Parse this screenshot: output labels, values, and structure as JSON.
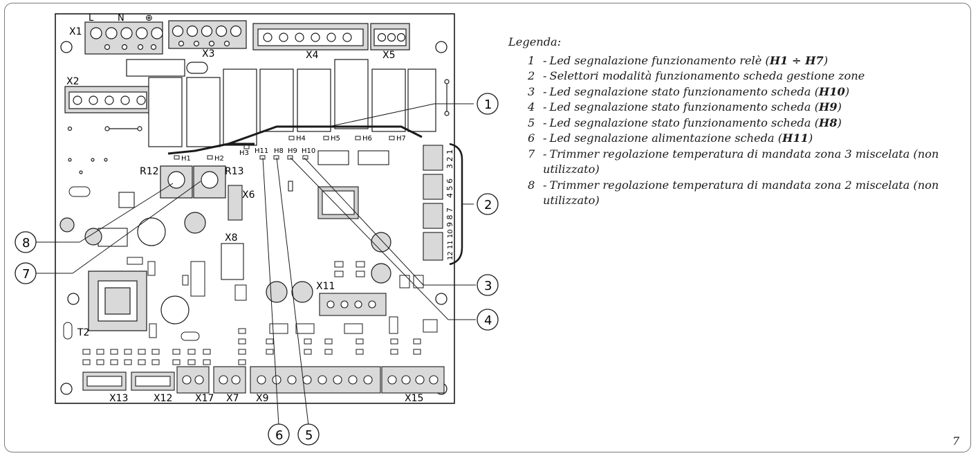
{
  "legend": {
    "title": "Legenda:",
    "items": [
      {
        "num": "1",
        "pre": "Led segnalazione funzionamento relè (",
        "bold": "H1 ÷ H7",
        "post": ")"
      },
      {
        "num": "2",
        "pre": "Selettori modalità funzionamento scheda gestione zone",
        "bold": "",
        "post": ""
      },
      {
        "num": "3",
        "pre": "Led segnalazione stato funzionamento scheda (",
        "bold": "H10",
        "post": ")"
      },
      {
        "num": "4",
        "pre": "Led segnalazione stato funzionamento scheda (",
        "bold": "H9",
        "post": ")"
      },
      {
        "num": "5",
        "pre": "Led segnalazione stato funzionamento scheda (",
        "bold": "H8",
        "post": ")"
      },
      {
        "num": "6",
        "pre": "Led segnalazione alimentazione scheda (",
        "bold": "H11",
        "post": ")"
      },
      {
        "num": "7",
        "pre": "Trimmer regolazione temperatura di mandata zona 3 miscelata (non utilizzato)",
        "bold": "",
        "post": ""
      },
      {
        "num": "8",
        "pre": "Trimmer regolazione temperatura di mandata zona 2 miscelata (non utilizzato)",
        "bold": "",
        "post": ""
      }
    ]
  },
  "page_number": "7",
  "callouts": [
    "1",
    "2",
    "3",
    "4",
    "5",
    "6",
    "7",
    "8"
  ],
  "board_labels": {
    "x1": "X1",
    "x2": "X2",
    "x3": "X3",
    "x4": "X4",
    "x5": "X5",
    "x6": "X6",
    "x7": "X7",
    "x8": "X8",
    "x9": "X9",
    "x11": "X11",
    "x12": "X12",
    "x13": "X13",
    "x15": "X15",
    "x17": "X17",
    "l": "L",
    "n": "N",
    "earth": "⊕",
    "r12": "R12",
    "r13": "R13",
    "t2": "T2",
    "h1": "H1",
    "h2": "H2",
    "h3": "H3",
    "h4": "H4",
    "h5": "H5",
    "h6": "H6",
    "h7": "H7",
    "h8": "H8",
    "h9": "H9",
    "h10": "H10",
    "h11": "H11",
    "sw1": "3 2 1",
    "sw2": "4 5 6",
    "sw3": "9 8 7",
    "sw4": "12 11 10"
  }
}
